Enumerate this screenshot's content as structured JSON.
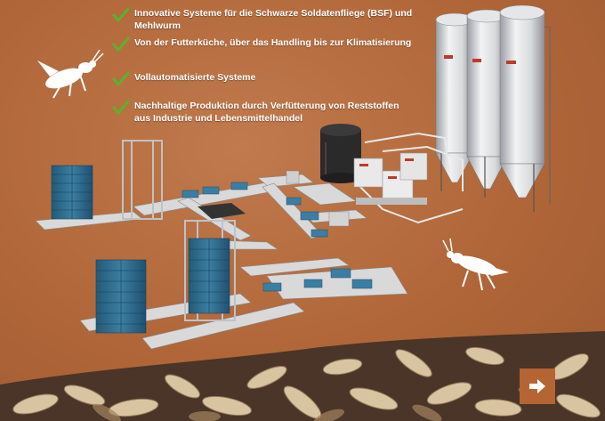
{
  "bullets": [
    "Innovative Systeme für die Schwarze Soldatenfliege (BSF) und Mehlwurm",
    "Von der Futterküche, über das Handling bis zur Klimatisierung",
    "Vollautomatisierte Systeme",
    "Nachhaltige Produktion durch Verfütterung von Reststoffen aus Industrie und Lebensmittelhandel"
  ],
  "icons": {
    "check": "checkmark-icon",
    "fly": "black-soldier-fly-icon",
    "next": "arrow-right-icon"
  },
  "colors": {
    "background": "#b06638",
    "check": "#5fae2e",
    "button": "#b56433",
    "crate": "#2e6a8c"
  }
}
